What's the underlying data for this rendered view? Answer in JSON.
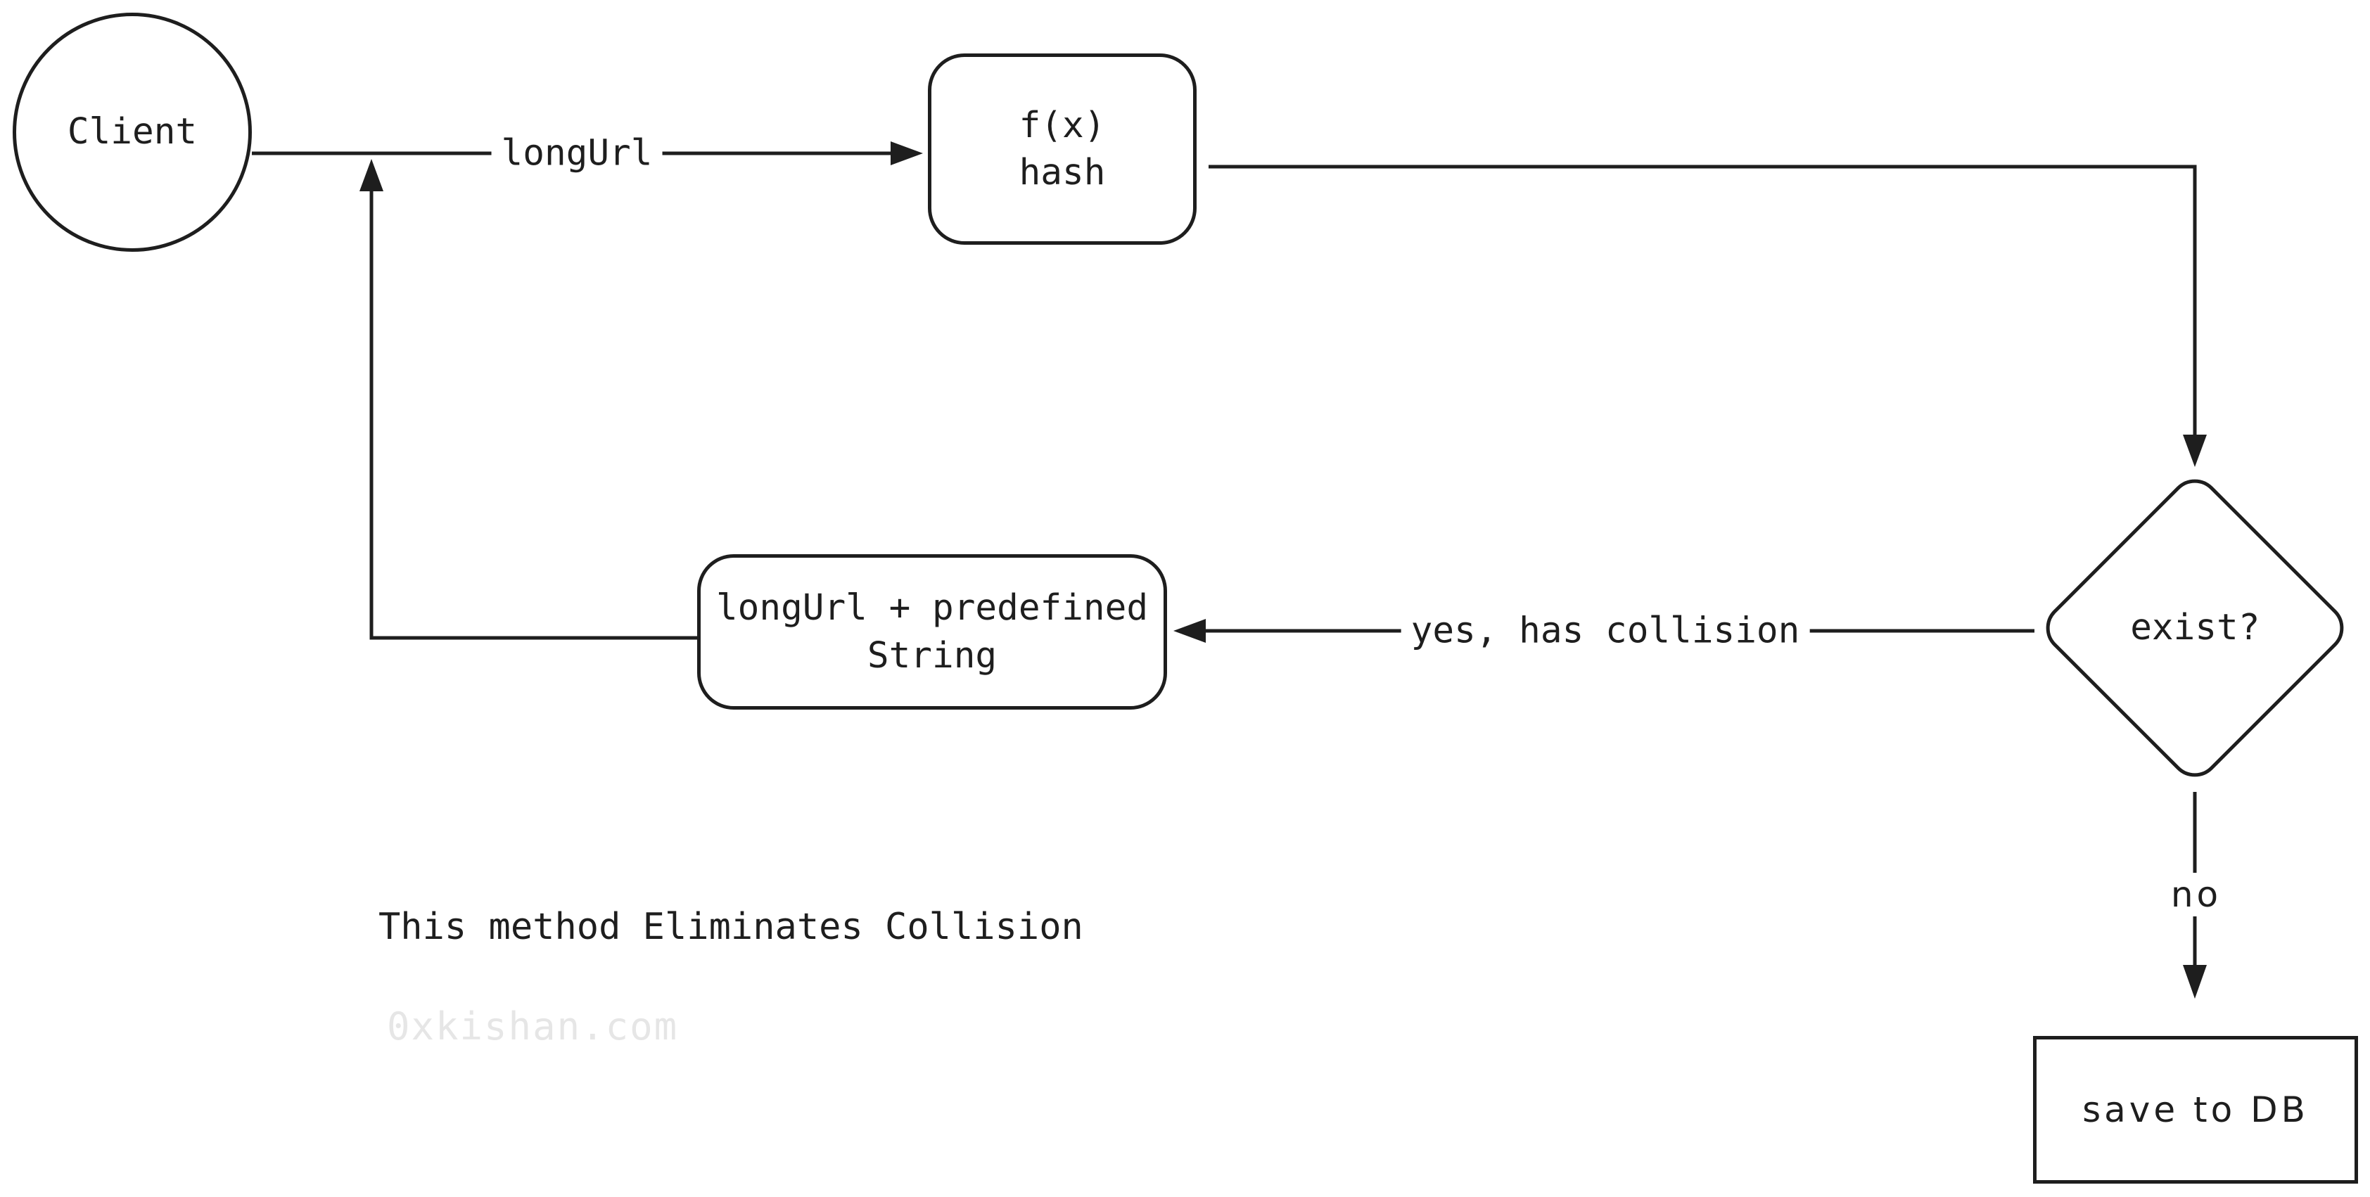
{
  "note": {
    "text": "This method Eliminates Collision"
  },
  "watermark": {
    "text": "0xkishan.com"
  },
  "nodes": {
    "client": {
      "shape": "circle",
      "label": "Client"
    },
    "hash_function": {
      "shape": "rounded-rect",
      "lines": [
        "f(x)",
        "hash"
      ]
    },
    "predefined_string": {
      "shape": "rounded-rect",
      "lines": [
        "longUrl + predefined",
        "String"
      ]
    },
    "exist_decision": {
      "shape": "diamond",
      "label": "exist?"
    },
    "save_db": {
      "shape": "rect",
      "label": "save to DB"
    }
  },
  "edges": {
    "client_to_hash": {
      "label": "longUrl"
    },
    "hash_to_exist": {
      "label": ""
    },
    "exist_to_predefined": {
      "label": "yes, has collision"
    },
    "exist_to_save": {
      "label": "no"
    },
    "predefined_to_client_loop": {
      "label": ""
    }
  },
  "colors": {
    "stroke": "#1e1e1e",
    "text": "#1e1e1e",
    "watermark": "#e6e6e6",
    "background": "#ffffff"
  }
}
